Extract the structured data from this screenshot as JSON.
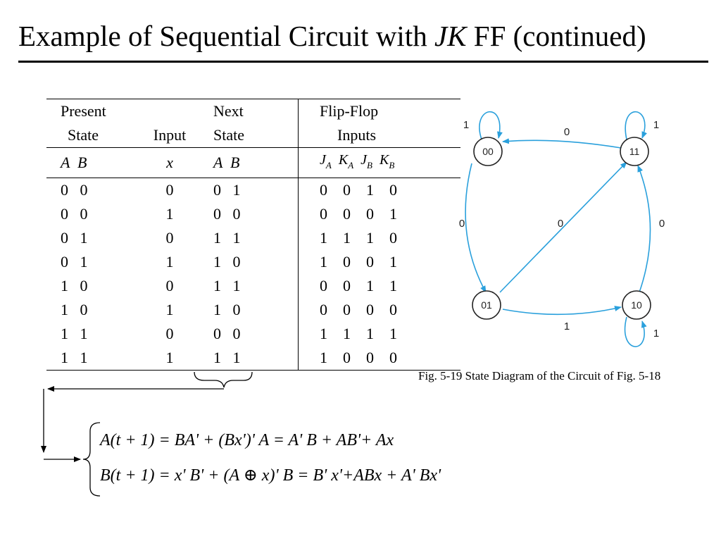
{
  "title": {
    "before": "Example of Sequential Circuit with ",
    "italic": "JK",
    "after": " FF (continued)"
  },
  "table": {
    "header1": {
      "present": "Present",
      "next": "Next",
      "ff": "Flip-Flop"
    },
    "header2": {
      "state": "State",
      "input": "Input",
      "next_state": "State",
      "inputs": "Inputs"
    },
    "header3": {
      "ab": "A  B",
      "x": "x",
      "next_ab": "A  B",
      "ja": "J",
      "ka": "K",
      "jb": "J",
      "kb": "K",
      "sub_a": "A",
      "sub_b": "B"
    },
    "rows": [
      {
        "ps": "0   0",
        "x": "0",
        "ns": "0   1",
        "ff": "0    0    1    0"
      },
      {
        "ps": "0   0",
        "x": "1",
        "ns": "0   0",
        "ff": "0    0    0    1"
      },
      {
        "ps": "0   1",
        "x": "0",
        "ns": "1   1",
        "ff": "1    1    1    0"
      },
      {
        "ps": "0   1",
        "x": "1",
        "ns": "1   0",
        "ff": "1    0    0    1"
      },
      {
        "ps": "1   0",
        "x": "0",
        "ns": "1   1",
        "ff": "0    0    1    1"
      },
      {
        "ps": "1   0",
        "x": "1",
        "ns": "1   0",
        "ff": "0    0    0    0"
      },
      {
        "ps": "1   1",
        "x": "0",
        "ns": "0   0",
        "ff": "1    1    1    1"
      },
      {
        "ps": "1   1",
        "x": "1",
        "ns": "1   1",
        "ff": "1    0    0    0"
      }
    ]
  },
  "diagram": {
    "states": [
      "00",
      "11",
      "01",
      "10"
    ],
    "labels": {
      "self_00": "1",
      "e_11_00": "0",
      "self_11": "1",
      "e_00_01": "0",
      "e_01_11": "0",
      "e_10_11": "0",
      "e_01_10": "1",
      "self_10": "1"
    },
    "colors": {
      "edge": "#2aa0dc",
      "node": "#222222"
    },
    "caption": "Fig. 5-19  State Diagram of the Circuit of Fig. 5-18"
  },
  "equations": {
    "eq1": "A(t + 1) = BA' + (Bx')' A = A' B + AB'+ Ax",
    "eq2": "B(t + 1) = x' B' + (A ⊕ x)' B = B' x'+ABx + A' Bx'"
  }
}
